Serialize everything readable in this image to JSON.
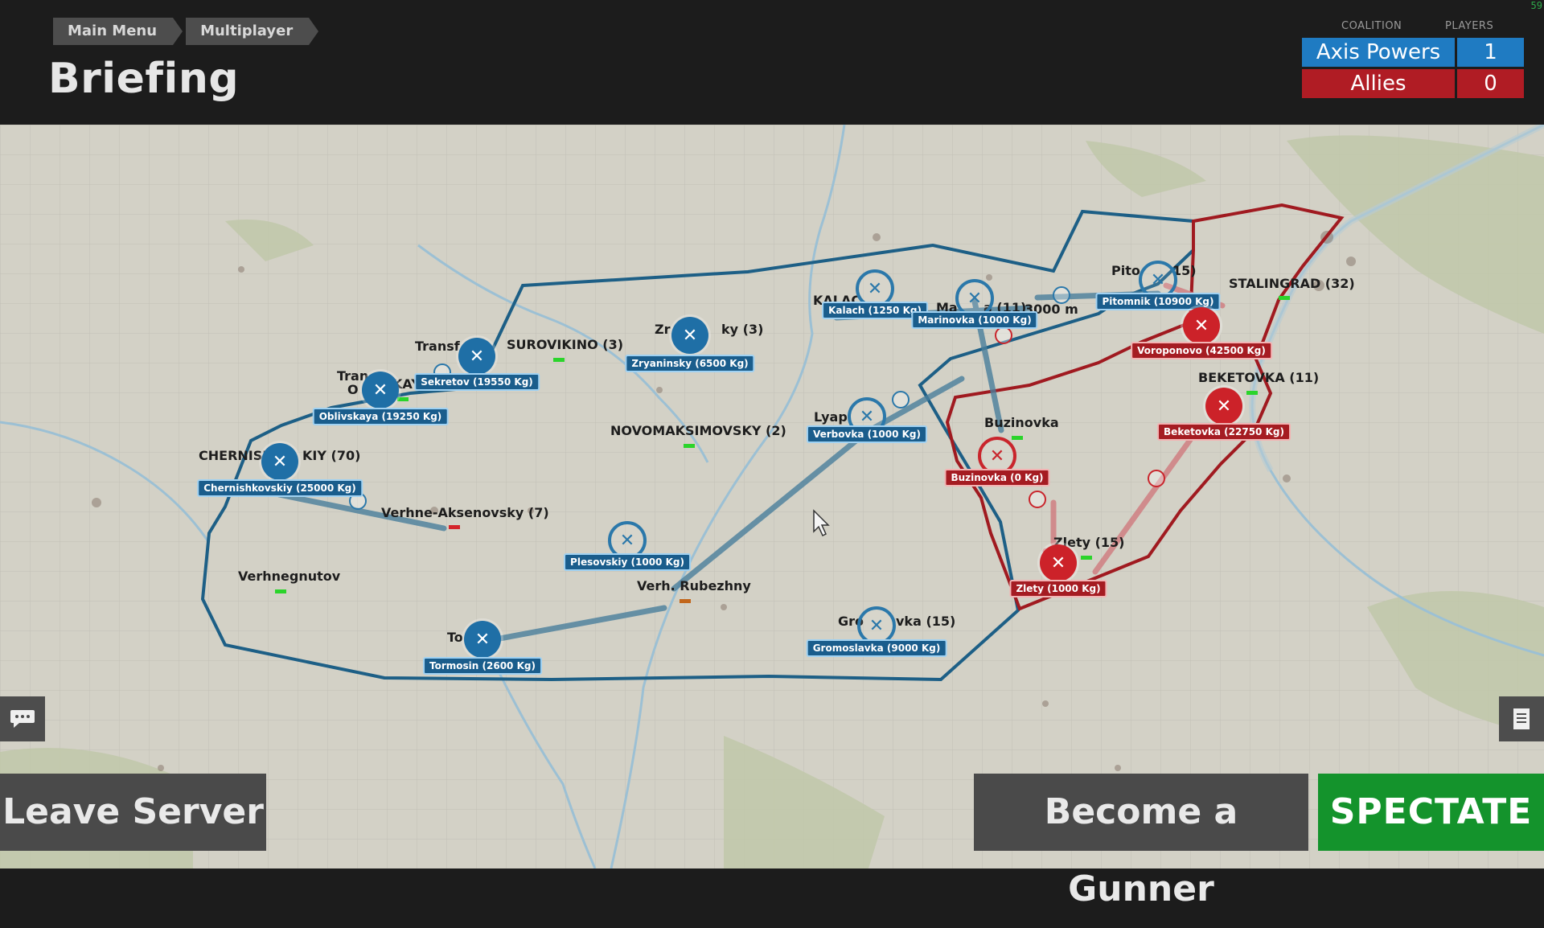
{
  "fps": "59",
  "breadcrumbs": [
    "Main Menu",
    "Multiplayer"
  ],
  "title": "Briefing",
  "coalition": {
    "header_coalition": "COALITION",
    "header_players": "PLAYERS",
    "rows": [
      {
        "name": "Axis Powers",
        "players": "1"
      },
      {
        "name": "Allies",
        "players": "0"
      }
    ]
  },
  "map": {
    "places": {
      "surovikino": "SUROVIKINO (3)",
      "zryaninsky": "Zr",
      "zryaninsky_tail": "ky (3)",
      "novomaksimovsky": "NOVOMAKSIMOVSKY (2)",
      "chernishkovsky": "CHERNISI",
      "chernishkovsky_tail": "KIY (70)",
      "verhne_aksenovsky": "Verhne-Aksenovsky (7)",
      "verhnegnutov": "Verhnegnutov",
      "verh_rubezhny": "Verh. Rubezhny",
      "tormosin": "To",
      "transf": "Transf",
      "tran": "Tran",
      "oblivskaya_part": "O",
      "oblivskaya_part2": "KAY.",
      "kalach": "KALAC",
      "marinovka_a": "Ma",
      "marinovka_b": "a (11)",
      "altitude": "3000 m",
      "pitomnik": "Pito",
      "pitomnik_tail": "15)",
      "stalingrad": "STALINGRAD (32)",
      "beketovka": "BEKETOVKA (11)",
      "lyap": "Lyap",
      "buzinovka": "Buzinovka",
      "zlety": "Zlety (15)",
      "gromoslavka_a": "Gro",
      "gromoslavka_b": "vka (15)"
    },
    "airfields": {
      "sekretov": "Sekretov (19550 Kg)",
      "zryaninsky": "Zryaninsky (6500 Kg)",
      "oblivskaya": "Oblivskaya (19250 Kg)",
      "chernishkovsky": "Chernishkovskiy (25000 Kg)",
      "plesovskiy": "Plesovskiy (1000 Kg)",
      "tormosin": "Tormosin (2600 Kg)",
      "kalach": "Kalach (1250 Kg)",
      "marinovka": "Marinovka (1000 Kg)",
      "pitomnik": "Pitomnik (10900 Kg)",
      "verbovka": "Verbovka (1000 Kg)",
      "gromoslavka": "Gromoslavka (9000 Kg)",
      "voroponovo": "Voroponovo (42500 Kg)",
      "beketovka": "Beketovka (22750 Kg)",
      "buzinovka": "Buzinovka (0 Kg)",
      "zlety": "Zlety (1000 Kg)"
    }
  },
  "buttons": {
    "leave": "Leave Server",
    "gunner": "Become a Gunner",
    "spectate": "SPECTATE"
  },
  "colors": {
    "axis": "#1f7bc2",
    "allies": "#b01c24",
    "spectate": "#14932c"
  }
}
